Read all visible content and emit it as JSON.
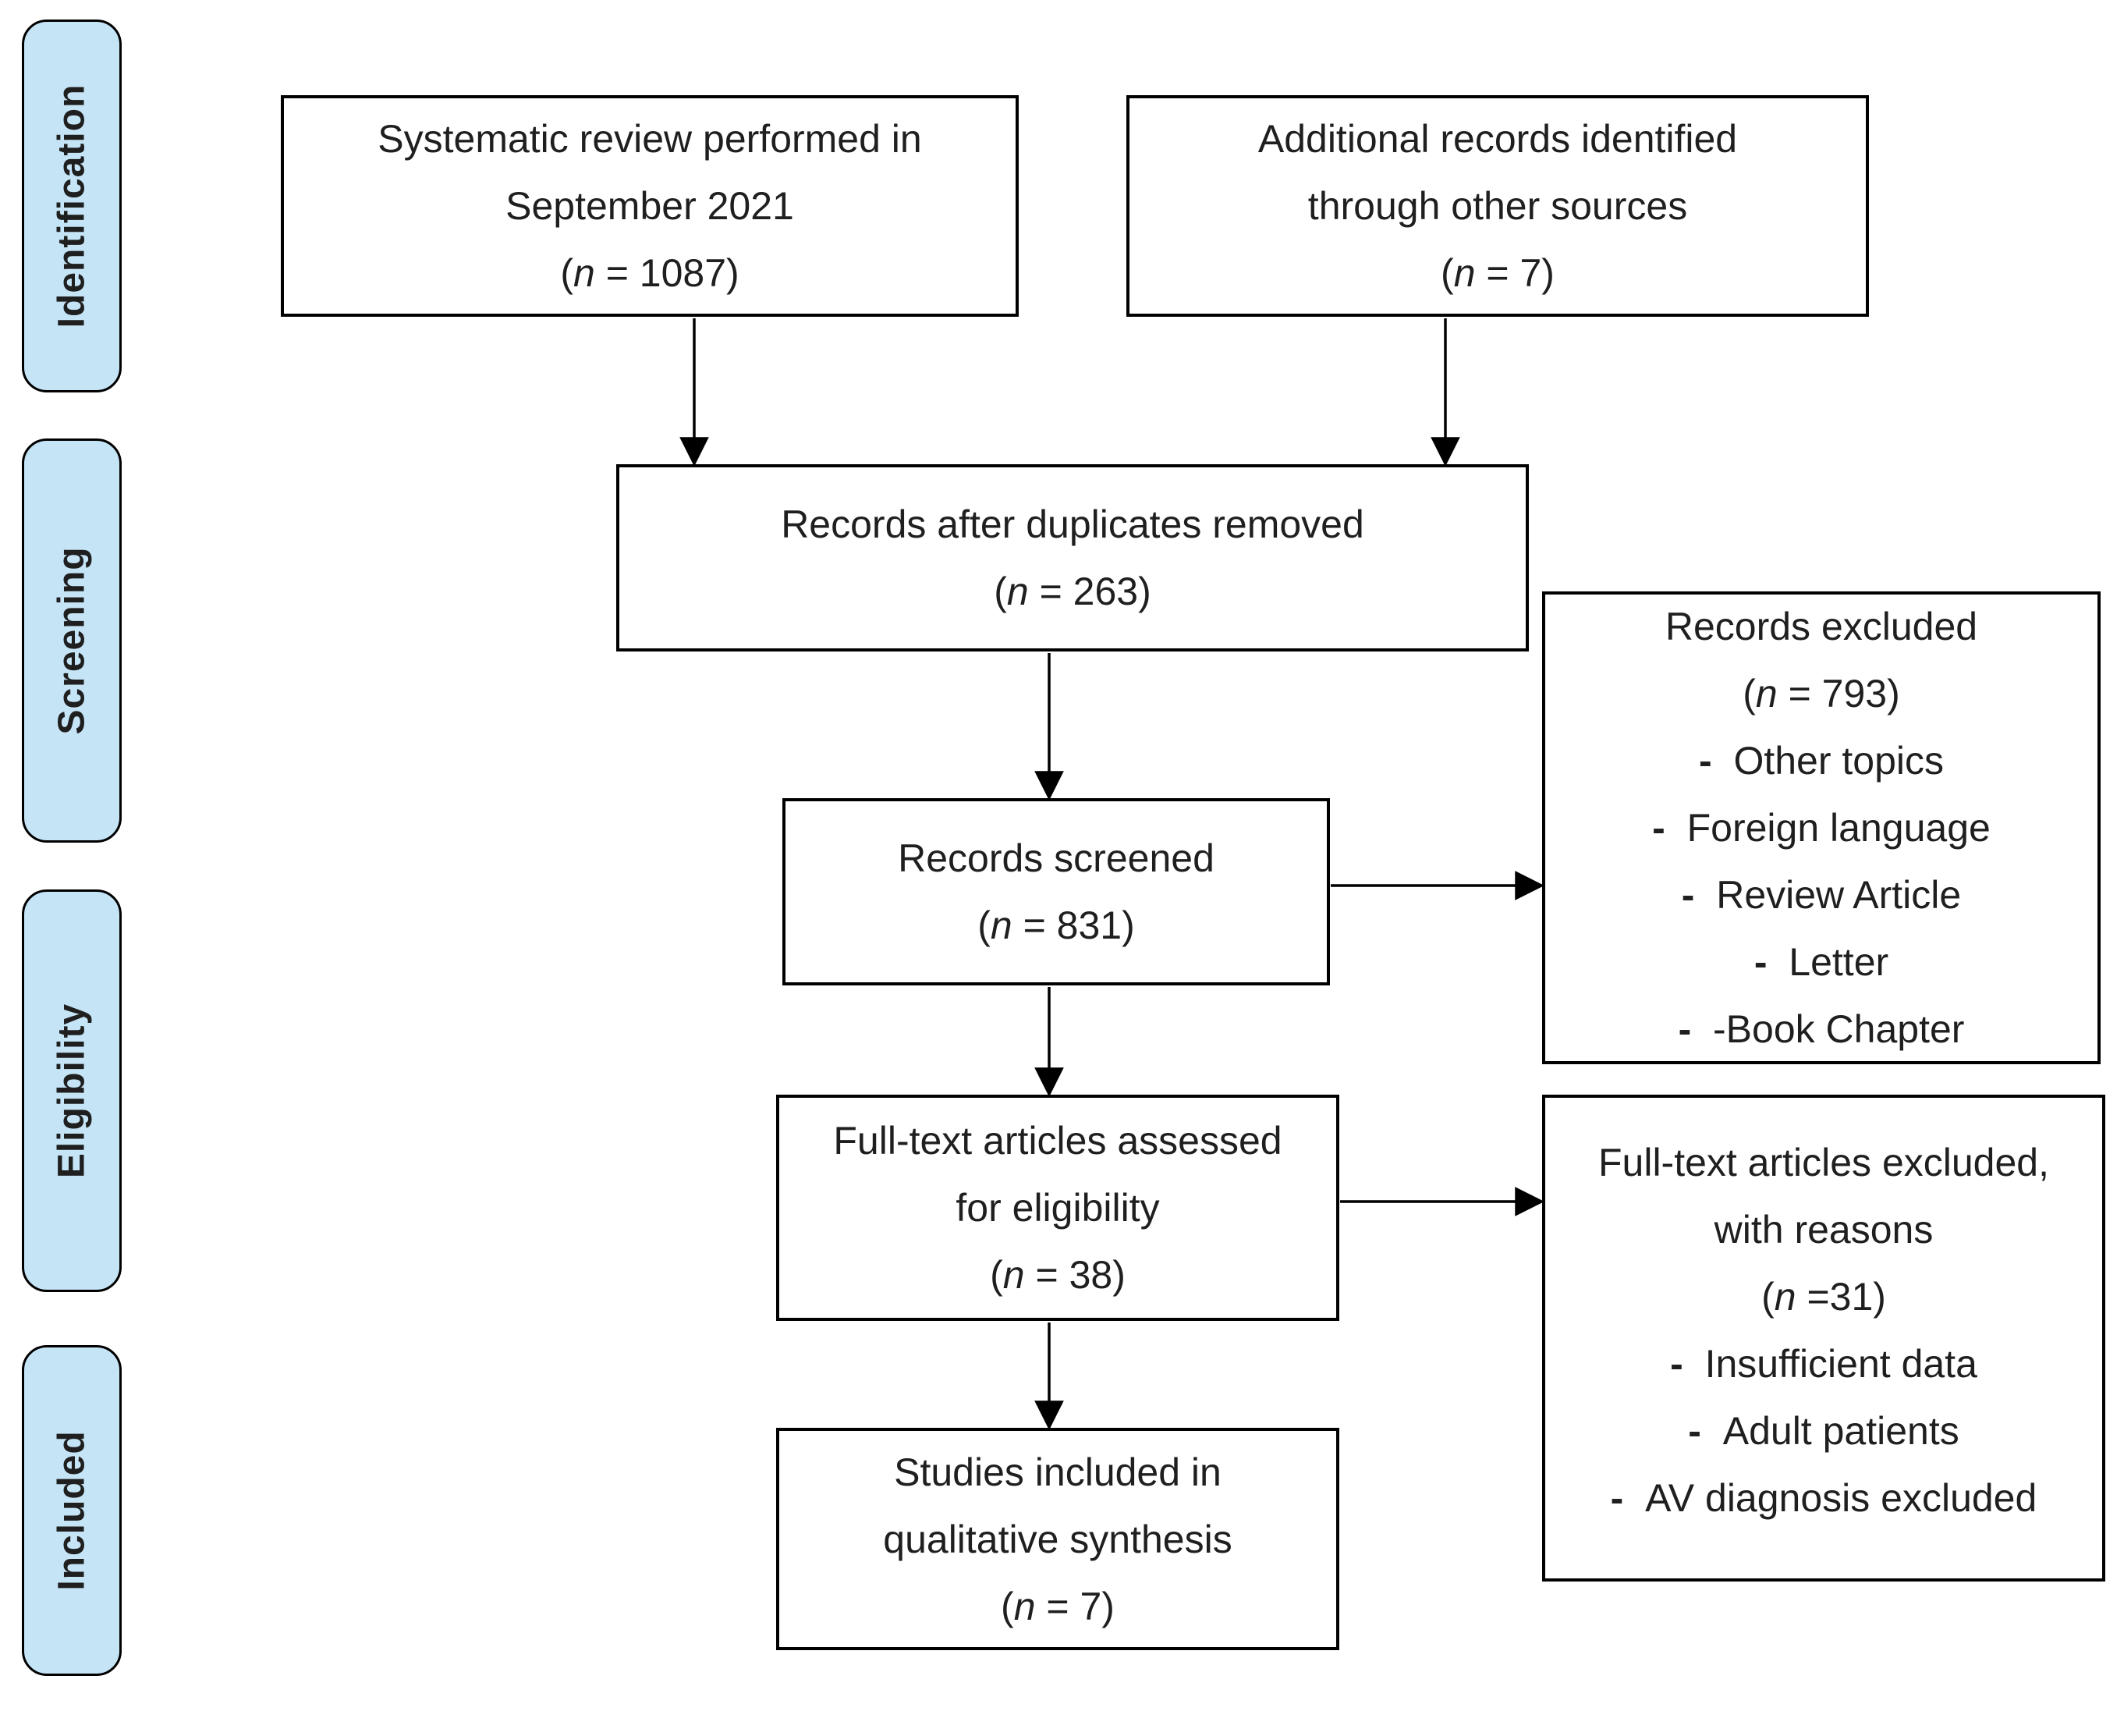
{
  "stages": [
    {
      "label": "Identification"
    },
    {
      "label": "Screening"
    },
    {
      "label": "Eligibility"
    },
    {
      "label": "Included"
    }
  ],
  "boxes": {
    "systematic_review": {
      "lines": [
        "Systematic review performed in",
        "September 2021",
        "(n = 1087)"
      ]
    },
    "additional_records": {
      "lines": [
        "Additional records identified",
        "through other sources",
        "(n = 7)"
      ]
    },
    "duplicates_removed": {
      "lines": [
        "Records after duplicates removed",
        "(n = 263)"
      ]
    },
    "records_screened": {
      "lines": [
        "Records screened",
        "(n = 831)"
      ]
    },
    "records_excluded": {
      "lines": [
        "Records excluded",
        "(n = 793)",
        "- Other topics",
        "- Foreign language",
        "- Review Article",
        "- Letter",
        "- -Book Chapter"
      ]
    },
    "fulltext_assessed": {
      "lines": [
        "Full-text articles assessed",
        "for eligibility",
        "(n = 38)"
      ]
    },
    "fulltext_excluded": {
      "lines": [
        "Full-text articles excluded,",
        "with reasons",
        "(n =31)",
        "- Insufficient data",
        "- Adult patients",
        "- AV diagnosis excluded"
      ]
    },
    "studies_included": {
      "lines": [
        "Studies included in",
        "qualitative synthesis",
        "(n = 7)"
      ]
    }
  },
  "colors": {
    "stage_fill": "#C5E5F7",
    "stage_border": "#000000",
    "box_border": "#000000",
    "background": "#FFFFFF",
    "text": "#1F1F1F"
  }
}
